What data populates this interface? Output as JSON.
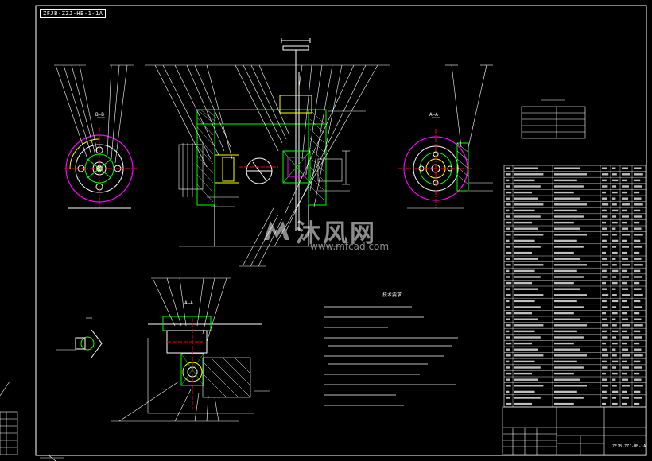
{
  "sheet": {
    "drawing_code": "ZFJB-ZZJ-HB-1-1A"
  },
  "watermark": {
    "brand_name": "沐风网",
    "url": "www.mfcad.com"
  },
  "section_labels": {
    "b": "B—B",
    "a": "A—A",
    "c": "A—A"
  },
  "notes": {
    "title": "技术要求"
  },
  "title_block": {
    "code": "ZFJB-ZZJ-HB-1A"
  },
  "colors": {
    "frame": "#ffffff",
    "red": "#ff0000",
    "magenta": "#ff00ff",
    "yellow": "#ffff00",
    "green": "#00ff00",
    "cyan": "#00ffff"
  }
}
